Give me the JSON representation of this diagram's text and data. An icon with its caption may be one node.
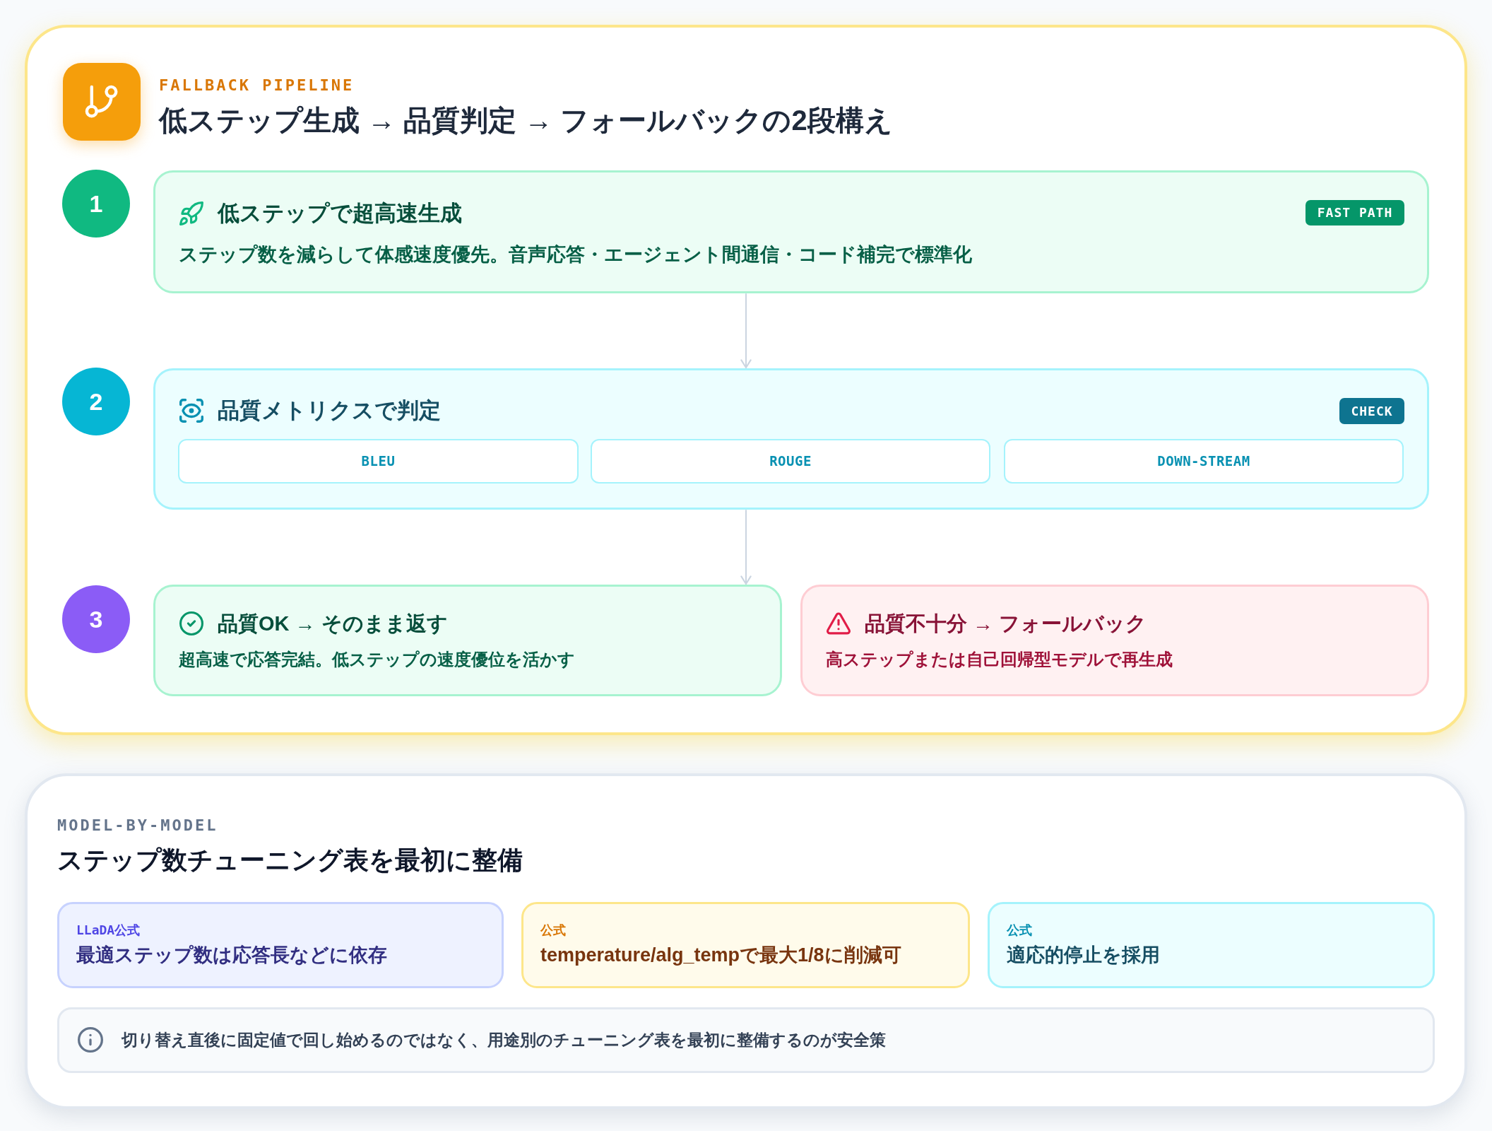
{
  "diagram": {
    "nodes": [
      {
        "text": [
          "FALLBACK PIPELINE",
          "低ステップ生成 → 品質判定 → フォールバックの2段構え"
        ]
      },
      {
        "text": [
          "1"
        ],
        "in": 0
      },
      {
        "text": [
          "低ステップで超高速生成",
          "ステップ数を減らして体感速度優先。音声応答・エージェント間通信・コード補完で標準化"
        ],
        "in": 0
      },
      {
        "text": [
          "FAST PATH"
        ],
        "in": 2
      },
      {
        "text": [
          "2"
        ],
        "in": 0
      },
      {
        "text": [
          "品質メトリクスで判定"
        ],
        "in": 0
      },
      {
        "text": [
          "CHECK"
        ],
        "in": 5
      },
      {
        "text": [
          "BLEU"
        ],
        "in": 5
      },
      {
        "text": [
          "ROUGE"
        ],
        "in": 5
      },
      {
        "text": [
          "DOWN-STREAM"
        ],
        "in": 5
      },
      {
        "text": [
          "3"
        ],
        "in": 0
      },
      {
        "text": [
          "品質OK → そのまま返す",
          "超高速で応答完結。低ステップの速度優位を活かす"
        ],
        "in": 0
      },
      {
        "text": [
          "品質不十分 → フォールバック",
          "高ステップまたは自己回帰型モデルで再生成"
        ],
        "in": 0
      },
      {
        "text": [
          "MODEL-BY-MODEL",
          "ステップ数チューニング表を最初に整備"
        ]
      },
      {
        "text": [
          "LLaDA公式",
          "最適ステップ数は応答長などに依存"
        ],
        "in": 13
      },
      {
        "text": [
          "公式",
          "temperature/alg_tempで最大1/8に削減可"
        ],
        "in": 13
      },
      {
        "text": [
          "公式",
          "適応的停止を採用"
        ],
        "in": 13
      },
      {
        "text": [
          "切り替え直後に固定値で回し始めるのではなく、用途別のチューニング表を最初に整備するのが安全策"
        ],
        "in": 13
      }
    ],
    "edges": [
      {
        "from": 2,
        "to": 5,
        "arrow": "to"
      },
      {
        "from": 5,
        "to": 11,
        "arrow": "to"
      }
    ]
  }
}
